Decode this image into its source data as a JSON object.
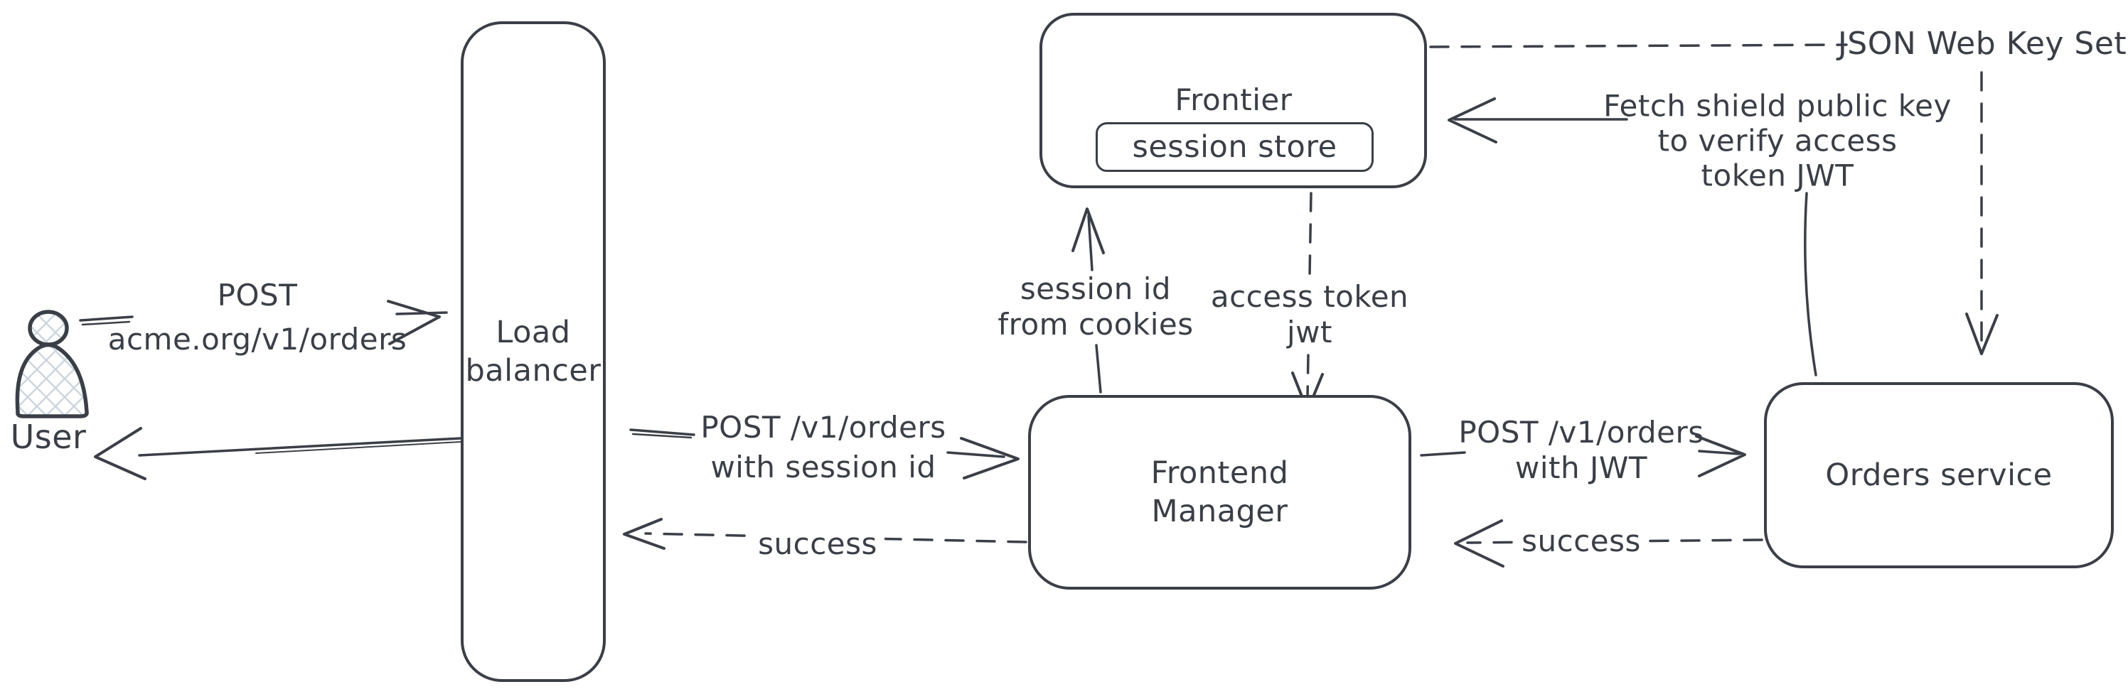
{
  "diagram": {
    "nodes": {
      "user": {
        "label": "User"
      },
      "load_balancer": {
        "lines": [
          "Load",
          "balancer"
        ]
      },
      "frontier": {
        "label": "Frontier"
      },
      "session_store": {
        "label": "session store"
      },
      "frontend_manager": {
        "lines": [
          "Frontend",
          "Manager"
        ]
      },
      "orders_service": {
        "label": "Orders service"
      }
    },
    "edges": {
      "user_to_load_balancer": {
        "lines": [
          "POST",
          "acme.org/v1/orders"
        ]
      },
      "load_balancer_to_frontend_manager": {
        "lines": [
          "POST /v1/orders",
          "with session id"
        ]
      },
      "frontend_manager_to_load_balancer": {
        "label": "success"
      },
      "frontend_manager_to_frontier": {
        "lines": [
          "session id",
          "from cookies"
        ]
      },
      "frontier_to_frontend_manager": {
        "lines": [
          "access token",
          "jwt"
        ]
      },
      "frontend_manager_to_orders_service": {
        "lines": [
          "POST /v1/orders",
          "with JWT"
        ]
      },
      "orders_service_to_frontend_manager": {
        "label": "success"
      },
      "orders_service_to_frontier": {
        "lines": [
          "Fetch shield public key",
          "to verify access",
          "token JWT"
        ]
      },
      "jwks": {
        "label": "JSON Web Key Set"
      }
    },
    "colors": {
      "stroke": "#3a3f47",
      "hatch_fill": "#cdd6de",
      "background": "#ffffff"
    }
  }
}
